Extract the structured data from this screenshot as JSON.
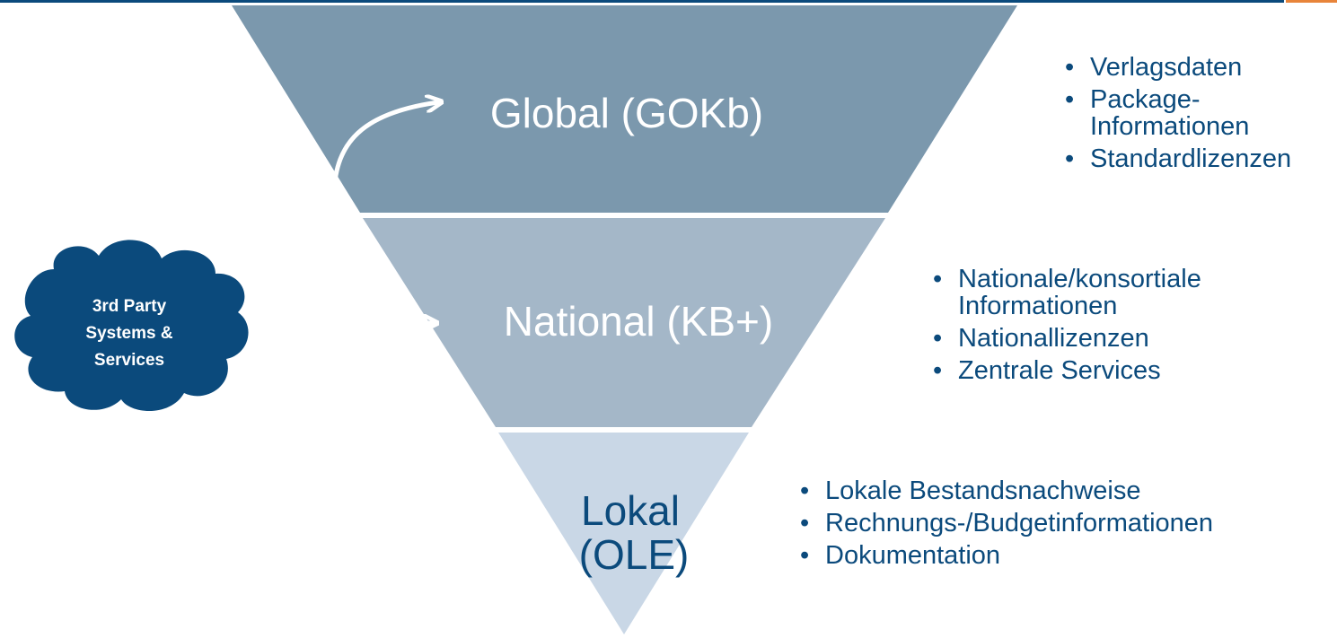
{
  "colors": {
    "top_rule": "#0b4a7c",
    "accent": "#e8843a",
    "tier_global": "#7b98ad",
    "tier_national": "#a4b7c8",
    "tier_local": "#c9d7e6",
    "cloud": "#0b4a7c",
    "text_dark": "#0b4a7c",
    "text_light": "#ffffff"
  },
  "pyramid": {
    "global": {
      "label": "Global (GOKb)"
    },
    "national": {
      "label": "National (KB+)"
    },
    "local": {
      "label_line1": "Lokal",
      "label_line2": "(OLE)"
    }
  },
  "cloud": {
    "icon": "cloud-icon",
    "line1": "3rd Party",
    "line2": "Systems &",
    "line3": "Services"
  },
  "bullets": {
    "global": [
      "Verlagsdaten",
      "Package-Informationen",
      "Standardlizenzen"
    ],
    "national": [
      "Nationale/konsortiale Informationen",
      "Nationallizenzen",
      "Zentrale Services"
    ],
    "local": [
      "Lokale Bestandsnachweise",
      "Rechnungs-/Budgetinformationen",
      "Dokumentation"
    ]
  }
}
